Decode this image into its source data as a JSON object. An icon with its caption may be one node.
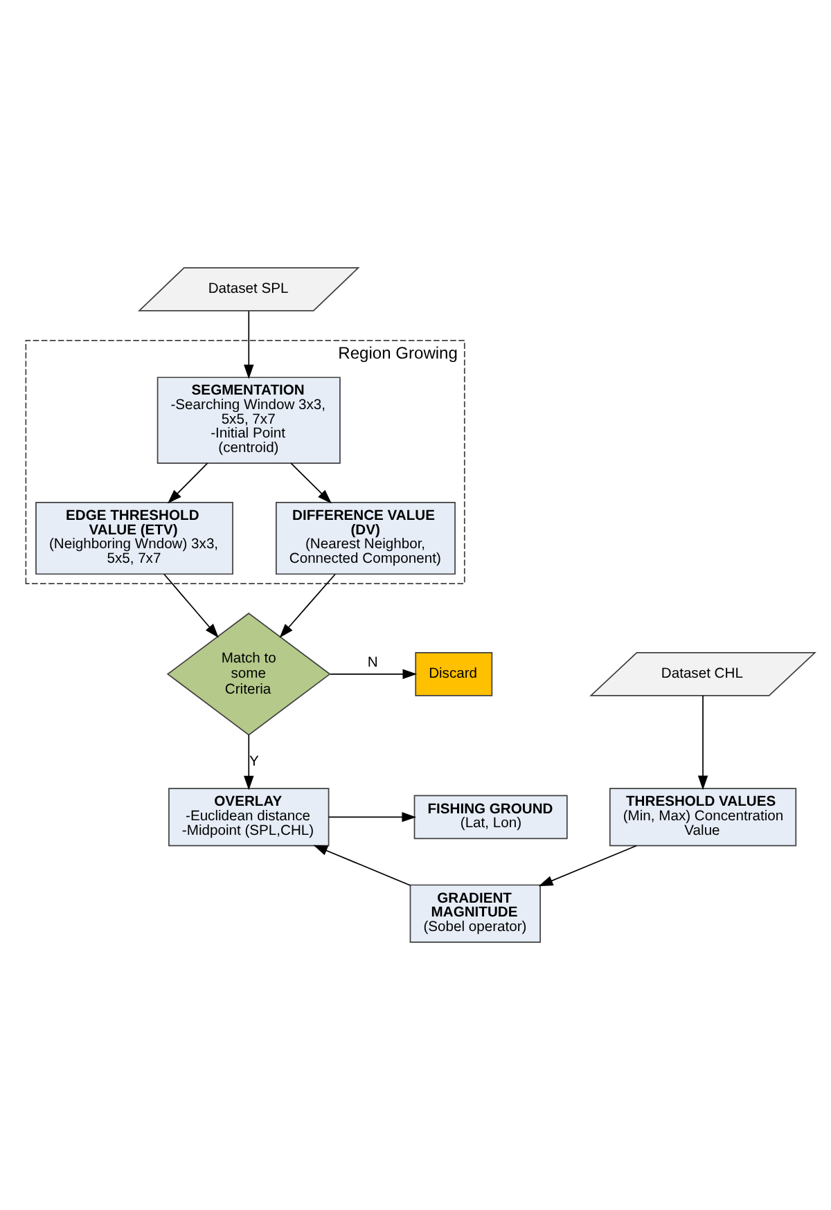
{
  "diagram": {
    "nodes": [
      {
        "text": [
          "Dataset SPL"
        ]
      },
      {
        "text": [
          "Region Growing"
        ]
      },
      {
        "text": [
          "SEGMENTATION",
          "-Searching Window 3x3, 5x5, 7x7",
          "-Initial Point (centroid)"
        ],
        "in": 1
      },
      {
        "text": [
          "EDGE THRESHOLD VALUE (ETV)",
          "(Neighboring Wndow) 3x3, 5x5, 7x7"
        ],
        "in": 1
      },
      {
        "text": [
          "DIFFERENCE VALUE (DV)",
          "(Nearest Neighbor, Connected Component)"
        ],
        "in": 1
      },
      {
        "text": [
          "Match to some Criteria"
        ]
      },
      {
        "text": [
          "Discard"
        ]
      },
      {
        "text": [
          "Dataset CHL"
        ]
      },
      {
        "text": [
          "THRESHOLD VALUES",
          "(Min, Max) Concentration Value"
        ]
      },
      {
        "text": [
          "OVERLAY",
          "-Euclidean distance",
          "-Midpoint (SPL,CHL)"
        ]
      },
      {
        "text": [
          "FISHING GROUND",
          "(Lat, Lon)"
        ]
      },
      {
        "text": [
          "GRADIENT MAGNITUDE",
          "(Sobel operator)"
        ]
      }
    ],
    "edges": [
      {
        "from": 0,
        "to": 2,
        "arrow": "to"
      },
      {
        "from": 2,
        "to": 3,
        "arrow": "to"
      },
      {
        "from": 2,
        "to": 4,
        "arrow": "to"
      },
      {
        "from": 3,
        "to": 5,
        "arrow": "to"
      },
      {
        "from": 4,
        "to": 5,
        "arrow": "to"
      },
      {
        "from": 5,
        "to": 6,
        "arrow": "to",
        "label": "N"
      },
      {
        "from": 5,
        "to": 9,
        "arrow": "to",
        "label": "Y"
      },
      {
        "from": 7,
        "to": 8,
        "arrow": "to"
      },
      {
        "from": 8,
        "to": 11,
        "arrow": "to"
      },
      {
        "from": 11,
        "to": 9,
        "arrow": "to"
      },
      {
        "from": 9,
        "to": 10,
        "arrow": "to"
      }
    ]
  }
}
